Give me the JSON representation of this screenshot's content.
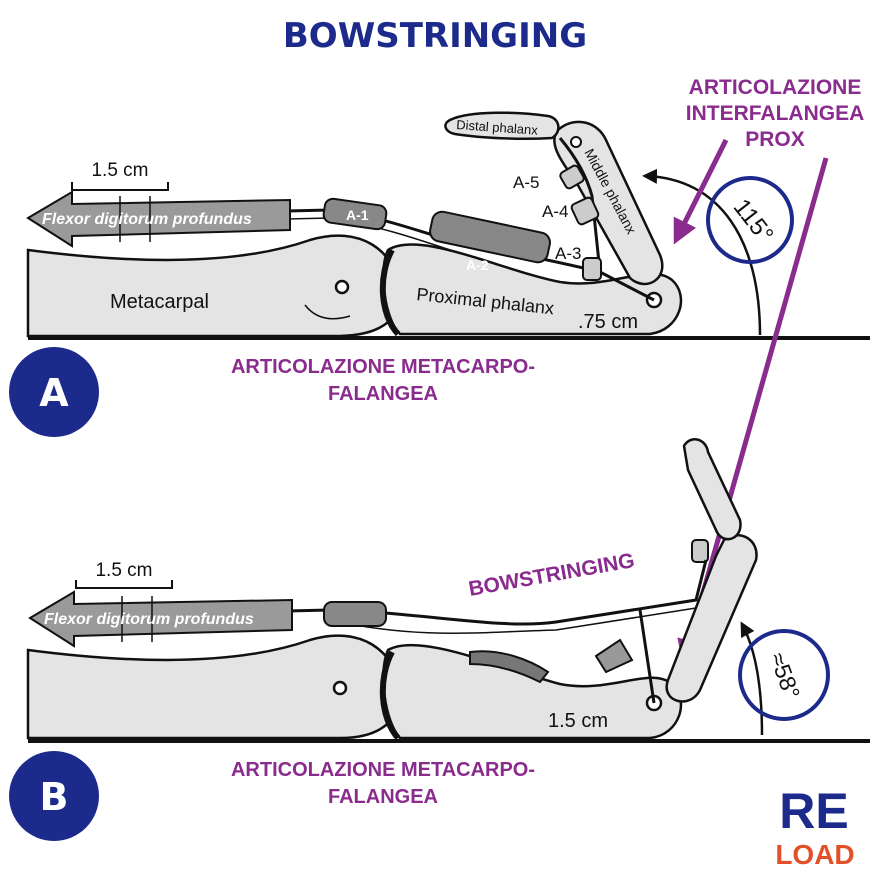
{
  "title": "BOWSTRINGING",
  "panel_a": {
    "badge": "A",
    "muscle_label": "Flexor digitorum profundus",
    "scale_label": "1.5 cm",
    "bones": {
      "metacarpal": "Metacarpal",
      "proximal_phalanx": "Proximal phalanx",
      "middle_phalanx": "Middle phalanx",
      "distal_phalanx": "Distal phalanx"
    },
    "pulleys": {
      "a1": "A-1",
      "a2": "A-2",
      "a3": "A-3",
      "a4": "A-4",
      "a5": "A-5"
    },
    "moment_arm": ".75 cm",
    "angle": "115°",
    "pip_label_lines": [
      "ARTICOLAZIONE",
      "INTERFALANGEA",
      "PROX"
    ],
    "mcp_label_lines": [
      "ARTICOLAZIONE METACARPO-",
      "FALANGEA"
    ]
  },
  "panel_b": {
    "badge": "B",
    "muscle_label": "Flexor digitorum profundus",
    "scale_label": "1.5 cm",
    "moment_arm": "1.5 cm",
    "angle": "≈58°",
    "bowstring_label": "BOWSTRINGING",
    "mcp_label_lines": [
      "ARTICOLAZIONE METACARPO-",
      "FALANGEA"
    ]
  },
  "logo": {
    "line1": "RE",
    "line2": "LOAD"
  },
  "colors": {
    "navy": "#1c2a8c",
    "purple": "#8a2b8e",
    "bone": "#e4e4e4",
    "ink": "#111111"
  }
}
